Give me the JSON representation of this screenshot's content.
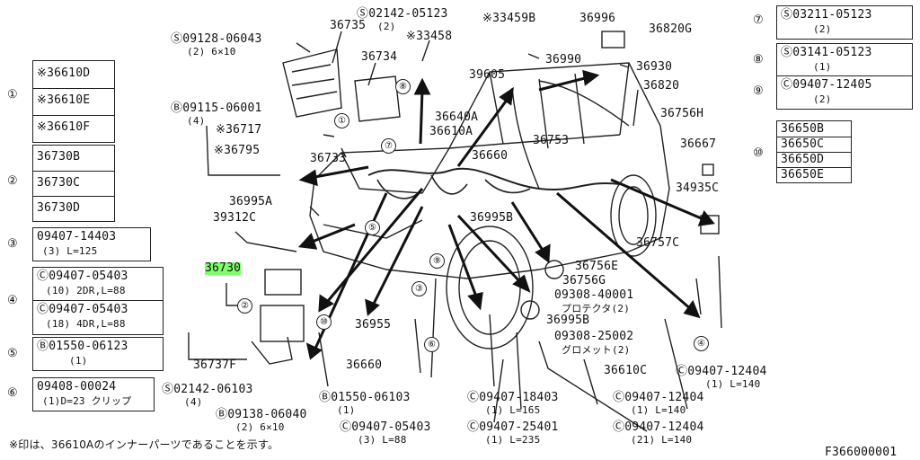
{
  "diagram_id": "F366000001",
  "footnote": "※印は、36610Aのインナーパーツであることを示す。",
  "left_groups": [
    {
      "num": "①",
      "items": [
        "※36610D",
        "※36610E",
        "※36610F"
      ]
    },
    {
      "num": "②",
      "items": [
        "36730B",
        "36730C",
        "36730D"
      ]
    },
    {
      "num": "③",
      "items": [
        "09407-14403",
        "(3) L=125"
      ]
    },
    {
      "num": "④",
      "items": [
        "Ⓒ09407-05403",
        "(10) 2DR,L=88",
        "Ⓒ09407-05403",
        "(18) 4DR,L=88"
      ]
    },
    {
      "num": "⑤",
      "items": [
        "Ⓑ01550-06123",
        "(1)"
      ]
    },
    {
      "num": "⑥",
      "items": [
        "09408-00024",
        "(1)D=23 クリップ"
      ]
    }
  ],
  "right_groups": [
    {
      "num": "⑦",
      "items": [
        "Ⓢ03211-05123",
        "(2)"
      ]
    },
    {
      "num": "⑧",
      "items": [
        "Ⓢ03141-05123",
        "(1)"
      ]
    },
    {
      "num": "⑨",
      "items": [
        "Ⓒ09407-12405",
        "(2)"
      ]
    },
    {
      "num": "⑩",
      "items": [
        "36650B",
        "36650C",
        "36650D",
        "36650E"
      ]
    }
  ],
  "labels": {
    "p36735": "36735",
    "s02142_top": "Ⓢ02142-05123",
    "s02142_top_q": "(2)",
    "k33459b": "※33459B",
    "k33458": "※33458",
    "s09128": "Ⓢ09128-06043",
    "s09128_q": "(2) 6×10",
    "p36734": "36734",
    "p36996": "36996",
    "p36820g": "36820G",
    "p36990": "36990",
    "p39605": "39605",
    "p36930": "36930",
    "p36820": "36820",
    "b09115": "Ⓑ09115-06001",
    "b09115_q": "(4)",
    "k36717": "※36717",
    "k36795": "※36795",
    "p36733": "36733",
    "p36640a": "36640A",
    "p36610a": "36610A",
    "p36660a": "36660",
    "p36753": "36753",
    "p36756h": "36756H",
    "p36667": "36667",
    "p34935c": "34935C",
    "p36995a": "36995A",
    "p39312c": "39312C",
    "p36995b_top": "36995B",
    "p36730": "36730",
    "p36757c": "36757C",
    "p36756e": "36756E",
    "p36756g": "36756G",
    "p09308_40001": "09308-40001",
    "protector": "プロテクタ(2)",
    "p36955": "36955",
    "p36995b": "36995B",
    "p09308_25002": "09308-25002",
    "grommet": "グロメット(2)",
    "p36737f": "36737F",
    "p36660b": "36660",
    "p36610c": "36610C",
    "c09407_12404_a": "Ⓒ09407-12404",
    "c09407_12404_a_q": "(1) L=140",
    "s02142_bot": "Ⓢ02142-06103",
    "s02142_bot_q": "(4)",
    "b01550": "Ⓑ01550-06103",
    "b01550_q": "(1)",
    "c09407_18403": "Ⓒ09407-18403",
    "c09407_18403_q": "(1) L=165",
    "c09407_12404_b": "Ⓒ09407-12404",
    "c09407_12404_b_q": "(1) L=140",
    "b09138": "Ⓑ09138-06040",
    "b09138_q": "(2) 6×10",
    "c09407_05403": "Ⓒ09407-05403",
    "c09407_05403_q": "(3) L=88",
    "c09407_25401": "Ⓒ09407-25401",
    "c09407_25401_q": "(1) L=235",
    "c09407_12404_c": "Ⓒ09407-12404",
    "c09407_12404_c_q": "(21) L=140"
  },
  "markers": [
    "①",
    "②",
    "③",
    "④",
    "⑤",
    "⑥",
    "⑦",
    "⑧",
    "⑨",
    "⑩"
  ],
  "highlight_color": "#7dff6b"
}
